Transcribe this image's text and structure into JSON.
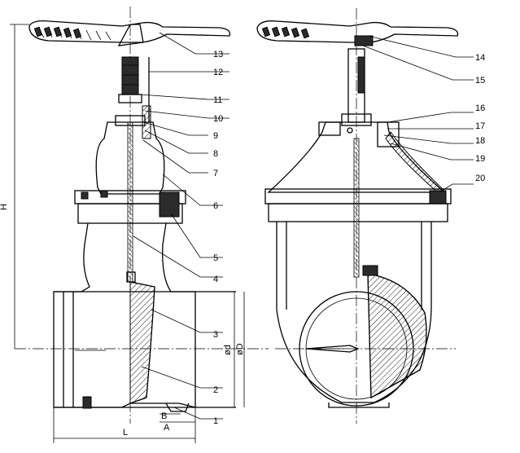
{
  "part_numbers": [
    "1",
    "2",
    "3",
    "4",
    "5",
    "6",
    "7",
    "8",
    "9",
    "10",
    "11",
    "12",
    "13",
    "14",
    "15",
    "16",
    "17",
    "18",
    "19",
    "20"
  ],
  "dimensions": {
    "height": "H",
    "length": "L",
    "a": "A",
    "b": "B",
    "inner_diameter": "ød",
    "outer_diameter": "øD"
  }
}
